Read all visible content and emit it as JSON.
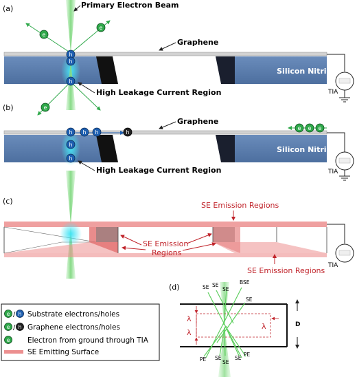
{
  "panels": {
    "a": {
      "label": "(a)",
      "beam_label": "Primary Electron Beam",
      "graphene_label": "Graphene",
      "substrate_label": "Silicon Nitride",
      "leakage_label": "High Leakage Current Region",
      "tia_label": "TIA"
    },
    "b": {
      "label": "(b)",
      "graphene_label": "Graphene",
      "substrate_label": "Silicon Nitride",
      "leakage_label": "High Leakage Current Region",
      "tia_label": "TIA"
    },
    "c": {
      "label": "(c)",
      "se_top_label": "SE Emission Regions",
      "se_mid_label_1": "SE Emission",
      "se_mid_label_2": "Regions",
      "se_bottom_label": "SE Emission Regions",
      "tia_label": "TIA"
    },
    "d": {
      "label": "(d)",
      "top_rays": [
        "SE",
        "SE",
        "SE",
        "BSE",
        "SE"
      ],
      "bottom_rays": [
        "PE",
        "SE",
        "SE",
        "SE",
        "PE"
      ],
      "lambda": "λ",
      "thickness": "D"
    }
  },
  "carriers": {
    "hole": "h",
    "electron": "e"
  },
  "legend": {
    "items": [
      {
        "marker_left": "e",
        "marker_right": "h",
        "text": "Substrate electrons/holes"
      },
      {
        "marker_left": "e",
        "marker_right": "h",
        "text": "Graphene electrons/holes"
      },
      {
        "marker_left": "e",
        "marker_right": "",
        "text": "Electron from ground through TIA"
      },
      {
        "marker_left": "",
        "marker_right": "",
        "text": "SE Emitting Surface"
      }
    ]
  },
  "colors": {
    "substrate": "#5b7fae",
    "beam": "#9fe39f",
    "leak": "#3ccbe0",
    "se_red": "#c0232a",
    "se_fill": "#ec8f8f",
    "electron_green": "#2fa84a",
    "hole_blue": "#1e5fb0"
  }
}
